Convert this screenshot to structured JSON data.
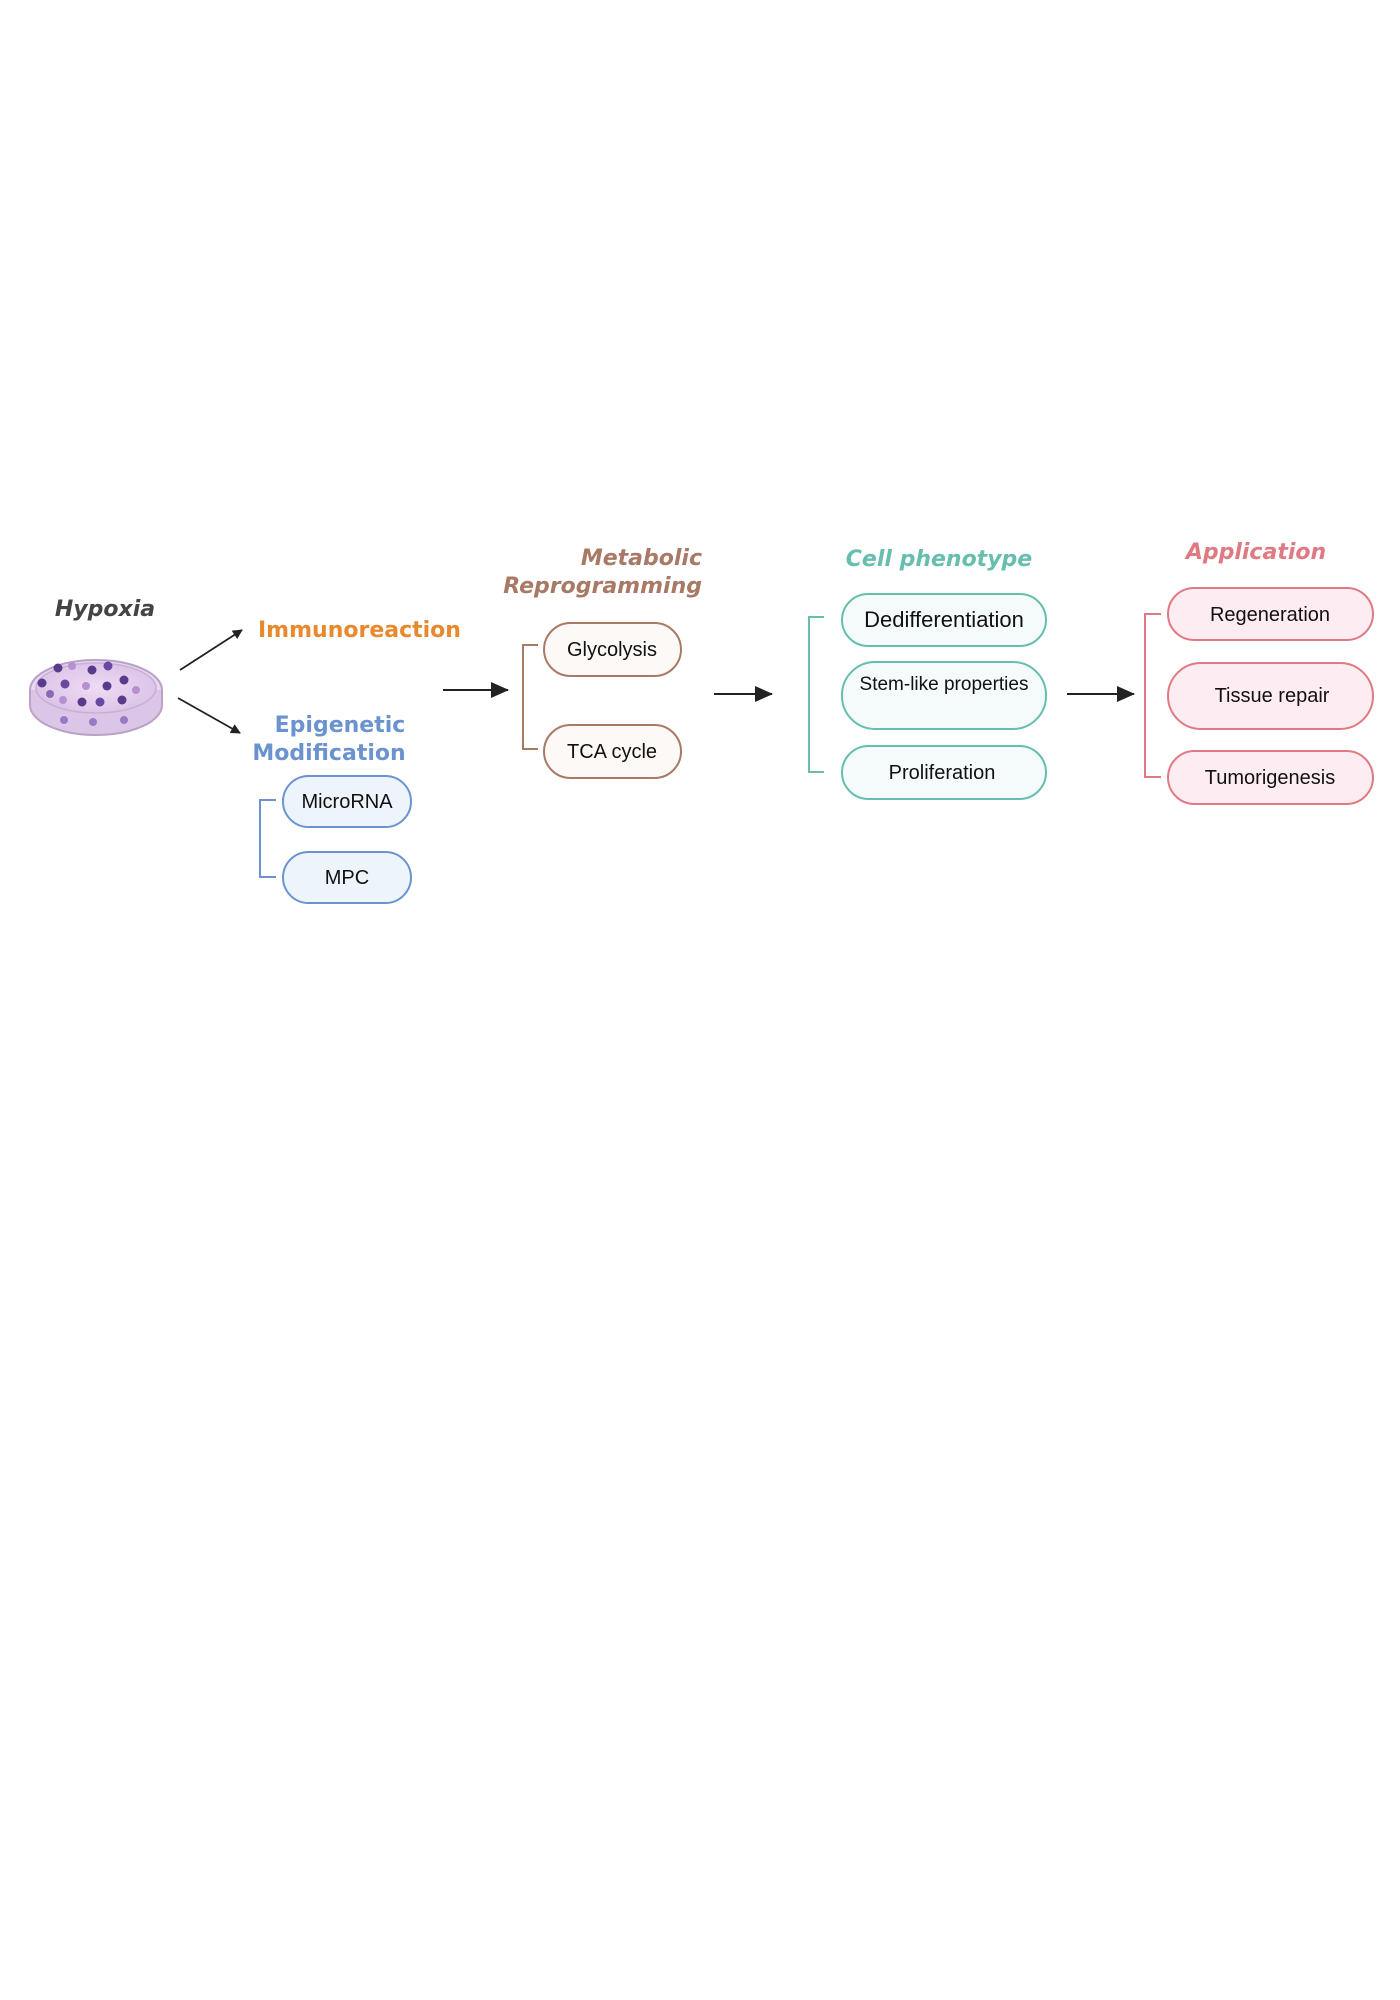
{
  "hypoxia": {
    "title": "Hypoxia"
  },
  "immunoreaction": {
    "title": "Immunoreaction"
  },
  "epigenetic": {
    "title_line1": "Epigenetic",
    "title_line2": "Modification",
    "items": [
      "MicroRNA",
      "MPC"
    ]
  },
  "metabolic": {
    "title_line1": "Metabolic",
    "title_line2": "Reprogramming",
    "items": [
      "Glycolysis",
      "TCA cycle"
    ]
  },
  "phenotype": {
    "title": "Cell phenotype",
    "items": [
      "Dedifferentiation",
      "Stem-like properties",
      "Proliferation"
    ]
  },
  "application": {
    "title": "Application",
    "items": [
      "Regeneration",
      "Tissue repair",
      "Tumorigenesis"
    ]
  },
  "colors": {
    "hypoxia": "#444444",
    "immunoreaction": "#E8892E",
    "epigenetic": "#6B93CF",
    "metabolic": "#A87965",
    "phenotype": "#66BEAE",
    "application": "#E07A82"
  }
}
